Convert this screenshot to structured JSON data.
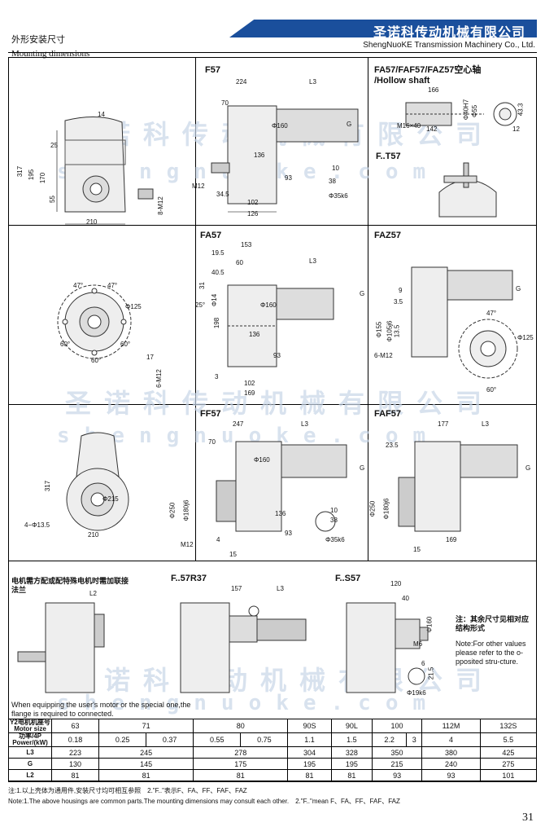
{
  "header": {
    "section_cn": "外形安装尺寸",
    "section_en": "Mounting dimensions",
    "company_cn": "圣诺科传动机械有限公司",
    "company_en": "ShengNuoKE Transmission Machinery Co., Ltd."
  },
  "watermark": {
    "cn": "圣诺科传动机械有限公司",
    "en": "shengnuoke.com"
  },
  "panels": {
    "f57": "F57",
    "hollow": "FA57/FAF57/FAZ57空心轴\n/Hollow shaft",
    "ft57": "F..T57",
    "fa57": "FA57",
    "faz57": "FAZ57",
    "ff57": "FF57",
    "faf57": "FAF57",
    "f57r37": "F..57R37",
    "fs57": "F..S57"
  },
  "dims": {
    "d224": "224",
    "dL3": "L3",
    "d14": "14",
    "d70": "70",
    "d160": "Φ160",
    "dG": "G",
    "d25": "25",
    "d317": "317",
    "d195": "195",
    "d170": "170",
    "d136": "136",
    "d55": "55",
    "d93": "93",
    "d210": "210",
    "dM12": "M12",
    "d345": "34.5",
    "d102": "102",
    "d126": "126",
    "d8M12": "8-M12",
    "d17": "17",
    "d38": "38",
    "d10": "10",
    "d35k6": "Φ35k6",
    "d166": "166",
    "d142": "142",
    "dM16": "M16×40",
    "d40H7": "Φ40H7",
    "d55b": "Φ55",
    "d433": "43.3",
    "d12": "12",
    "d153": "153",
    "d195b": "19.5",
    "d60": "60",
    "d405": "40.5",
    "d31": "31",
    "d25deg": "25°",
    "d14b": "Φ14",
    "d198": "198",
    "d3": "3",
    "d169": "169",
    "d47": "47°",
    "d125": "Φ125",
    "d60deg": "60°",
    "d6M12": "6-M12",
    "d9": "9",
    "d35": "3.5",
    "d155": "Φ155",
    "d105": "Φ105j6",
    "d135": "13.5",
    "d247": "247",
    "d317b": "317",
    "d215": "Φ215",
    "d4135": "4−Φ13.5",
    "d250": "Φ250",
    "d180": "Φ180j6",
    "d4": "4",
    "d15": "15",
    "d177": "177",
    "d235": "23.5",
    "dL2": "L2",
    "d157": "157",
    "d120": "120",
    "d40": "40",
    "dM6": "M6",
    "d6": "6",
    "d215b": "21.5",
    "d19k6": "Φ19k6"
  },
  "notes": {
    "motor_cn": "电机需方配或配特殊电机时需加联接法兰",
    "equip_en": "When equipping the user's motor or the special one,the flange is required to connected.",
    "other_cn": "注：其余尺寸见相对应结构形式",
    "other_en": "Note:For other values please refer to the o-pposited stru-cture."
  },
  "table": {
    "h_motor": "Y2电机机座号 Motor size",
    "h_power": "功率/4P Power/(kW)",
    "sizes": [
      "63",
      "71",
      "80",
      "90S",
      "90L",
      "100",
      "112M",
      "132S"
    ],
    "powers": [
      "0.18",
      "0.25",
      "0.37",
      "0.55",
      "0.75",
      "1.1",
      "1.5",
      "2.2",
      "3",
      "4",
      "5.5"
    ],
    "L3_label": "L3",
    "L3": [
      "223",
      "245",
      "278",
      "304",
      "328",
      "350",
      "380",
      "425"
    ],
    "G_label": "G",
    "G": [
      "130",
      "145",
      "175",
      "195",
      "195",
      "215",
      "240",
      "275"
    ],
    "L2_label": "L2",
    "L2": [
      "81",
      "81",
      "81",
      "81",
      "81",
      "93",
      "93",
      "101"
    ]
  },
  "footer": {
    "cn": "注:1.以上壳体为通用件,安装尺寸均可相互参照　2.\"F..\"表示F、FA、FF、FAF、FAZ",
    "en": "Note:1.The above housings are common parts.The mounting dimensions may consult each other.　2.\"F..\"mean F、FA、FF、FAF、FAZ",
    "page": "31"
  }
}
